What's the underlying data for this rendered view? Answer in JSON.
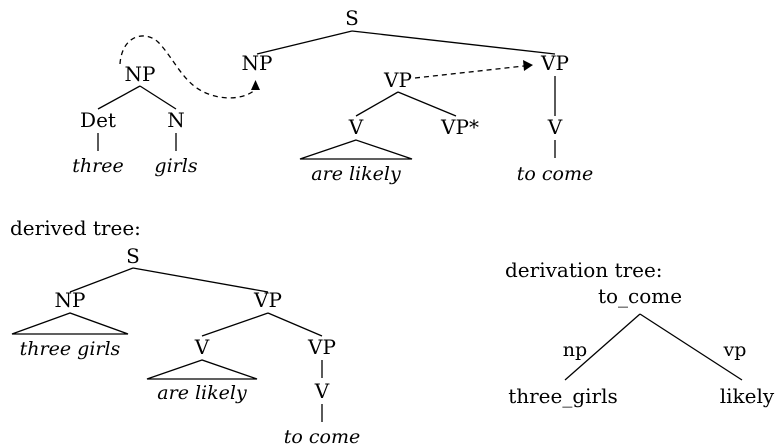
{
  "elementary_trees": {
    "tree_three_girls": {
      "np": "NP",
      "det": "Det",
      "n": "N",
      "det_word": "three",
      "n_word": "girls"
    },
    "tree_to_come": {
      "s": "S",
      "np_sub": "NP",
      "vp": "VP",
      "v": "V",
      "words": "to come"
    },
    "tree_likely": {
      "vp": "VP",
      "v": "V",
      "foot": "VP*",
      "words": "are likely"
    }
  },
  "derived_tree": {
    "caption": "derived tree:",
    "s": "S",
    "np": "NP",
    "np_words": "three girls",
    "vp": "VP",
    "v": "V",
    "v_words": "are likely",
    "vp_inner": "VP",
    "v_inner": "V",
    "inner_words": "to come"
  },
  "derivation_tree": {
    "caption": "derivation tree:",
    "root": "to_come",
    "left_child": "three_girls",
    "right_child": "likely",
    "left_edge_label": "np",
    "right_edge_label": "vp"
  }
}
